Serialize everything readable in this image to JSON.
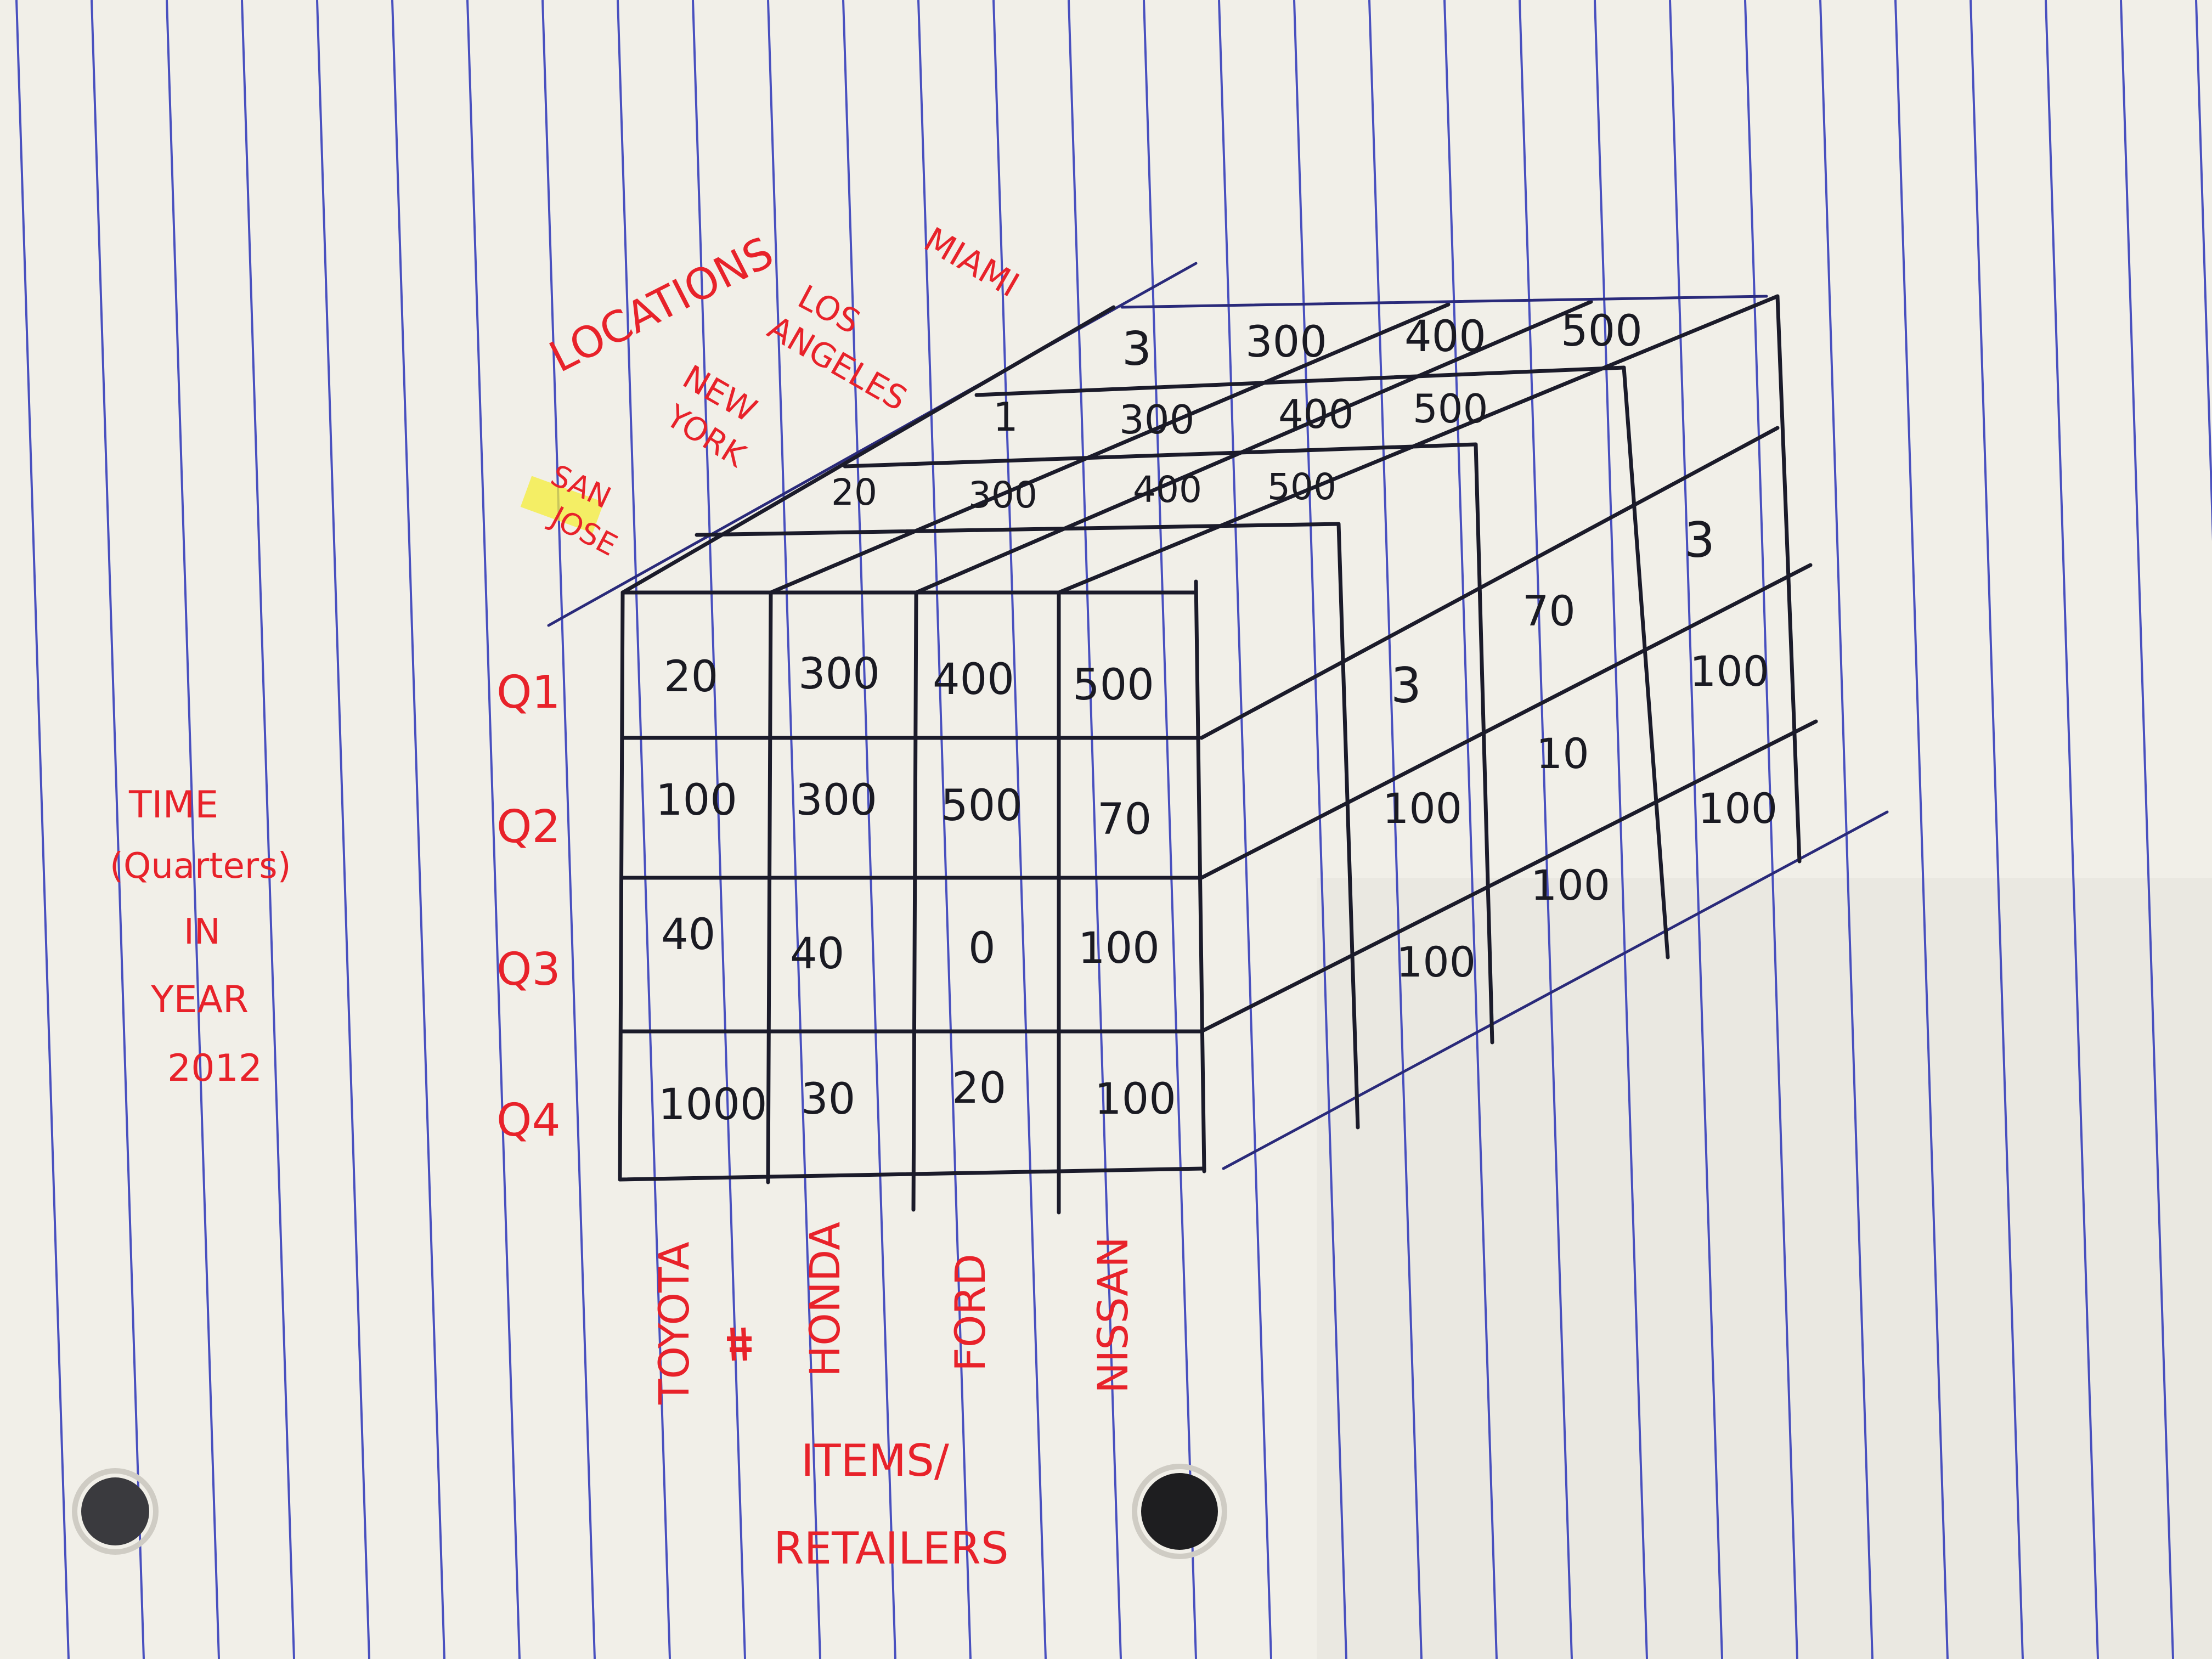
{
  "locations_label": "LOCATIONS",
  "time_label": [
    "TIME",
    "(Quarters)",
    "IN",
    "YEAR",
    "2012"
  ],
  "items_label": [
    "ITEMS/",
    "RETAILERS"
  ],
  "locations": [
    "MIAMI",
    "LOS ANGELES",
    "NEW YORK",
    "SAN JOSE"
  ],
  "location_text": {
    "miami": "MIAMI",
    "los": "LOS",
    "angeles": "ANGELES",
    "new": "NEW",
    "york": "YORK",
    "san": "SAN",
    "jose": "JOSE"
  },
  "quarters": [
    "Q1",
    "Q2",
    "Q3",
    "Q4"
  ],
  "items": [
    "TOYOTA",
    "HONDA",
    "FORD",
    "NISSAN"
  ],
  "front_face_san_jose": [
    [
      "20",
      "300",
      "400",
      "500"
    ],
    [
      "100",
      "300",
      "500",
      "70"
    ],
    [
      "40",
      "40",
      "0",
      "100"
    ],
    [
      "1000",
      "30",
      "20",
      "100"
    ]
  ],
  "top_face": {
    "miami": [
      "3",
      "300",
      "400",
      "500"
    ],
    "los_angeles": [
      "1",
      "300",
      "400",
      "500"
    ],
    "new_york": [
      "20",
      "300",
      "400",
      "500"
    ]
  },
  "right_face_nissan": {
    "new_york": [
      "3",
      "100",
      "100"
    ],
    "los_angeles": [
      "70",
      "10",
      "100"
    ],
    "miami": [
      "3",
      "100",
      "100"
    ]
  },
  "colors": {
    "paper": "#f1efe8",
    "ruling": "#2c35b8",
    "ink": "#1a1a22",
    "label_red": "#e8222a",
    "highlight": "#f4ee3a"
  }
}
